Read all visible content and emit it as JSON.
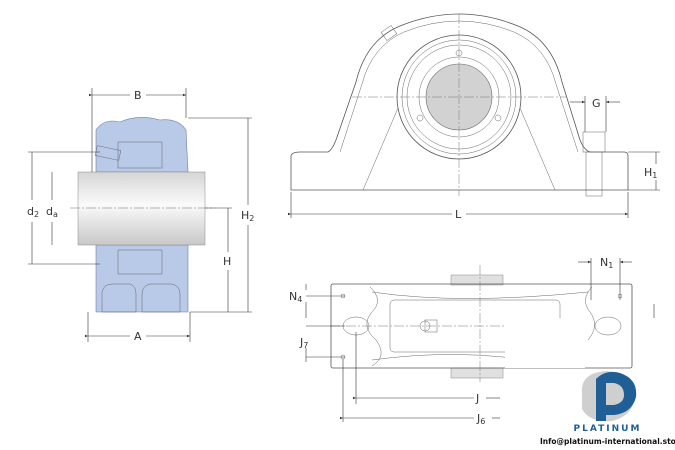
{
  "side_view": {
    "labels": {
      "B": "B",
      "A": "A",
      "d2": "d",
      "d2_sub": "2",
      "da": "d",
      "da_sub": "a",
      "H2": "H",
      "H2_sub": "2",
      "H": "H"
    }
  },
  "front_view": {
    "labels": {
      "G": "G",
      "L": "L",
      "H1": "H",
      "H1_sub": "1"
    }
  },
  "top_view": {
    "labels": {
      "N1": "N",
      "N1_sub": "1",
      "N4": "N",
      "N4_sub": "4",
      "J7": "J",
      "J7_sub": "7",
      "J": "J",
      "J6": "J",
      "J6_sub": "6"
    }
  },
  "logo": {
    "name": "PLATINUM",
    "email": "Info@platinum-international.store",
    "brand_color": "#1f5f96"
  }
}
